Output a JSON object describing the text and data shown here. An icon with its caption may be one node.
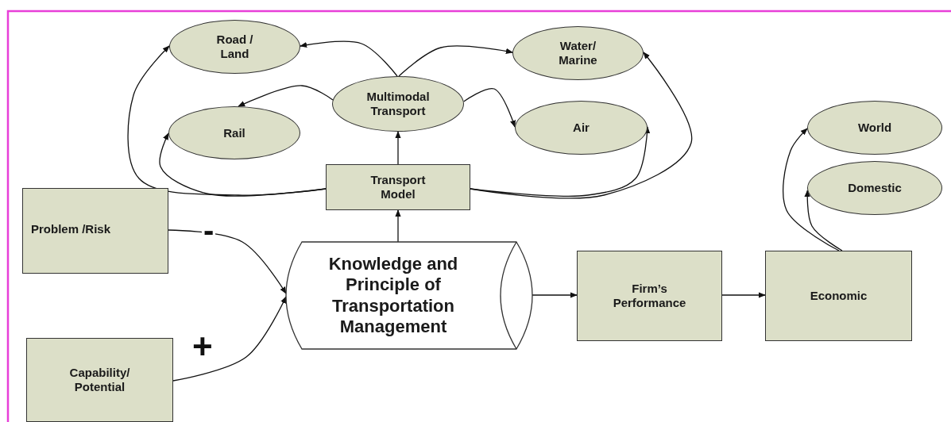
{
  "diagram": {
    "nodes": [
      {
        "text": [
          "Road / Land"
        ]
      },
      {
        "text": [
          "Water/ Marine"
        ]
      },
      {
        "text": [
          "Multimodal Transport"
        ]
      },
      {
        "text": [
          "Rail"
        ]
      },
      {
        "text": [
          "Air"
        ]
      },
      {
        "text": [
          "Transport Model"
        ]
      },
      {
        "text": [
          "Problem /Risk"
        ]
      },
      {
        "text": [
          "Knowledge and Principle of Transportation Management"
        ]
      },
      {
        "text": [
          "Capability/ Potential"
        ]
      },
      {
        "text": [
          "Firm’s Performance"
        ]
      },
      {
        "text": [
          "World"
        ]
      },
      {
        "text": [
          "Domestic"
        ]
      },
      {
        "text": [
          "Economic"
        ]
      }
    ],
    "edges": [
      {
        "from": 2,
        "to": 0,
        "arrow": "to"
      },
      {
        "from": 2,
        "to": 1,
        "arrow": "to"
      },
      {
        "from": 2,
        "to": 3,
        "arrow": "to"
      },
      {
        "from": 2,
        "to": 4,
        "arrow": "to"
      },
      {
        "from": 5,
        "to": 2,
        "arrow": "to"
      },
      {
        "from": 5,
        "to": 0,
        "arrow": "to"
      },
      {
        "from": 5,
        "to": 3,
        "arrow": "to"
      },
      {
        "from": 5,
        "to": 4,
        "arrow": "to"
      },
      {
        "from": 5,
        "to": 1,
        "arrow": "to"
      },
      {
        "from": 6,
        "to": 7,
        "arrow": "to",
        "label": "-"
      },
      {
        "from": 8,
        "to": 7,
        "arrow": "to",
        "label": "+"
      },
      {
        "from": 7,
        "to": 5,
        "arrow": "to"
      },
      {
        "from": 7,
        "to": 9,
        "arrow": "to"
      },
      {
        "from": 9,
        "to": 12,
        "arrow": "to"
      },
      {
        "from": 12,
        "to": 10,
        "arrow": "to"
      },
      {
        "from": 12,
        "to": 11,
        "arrow": "to"
      }
    ]
  }
}
